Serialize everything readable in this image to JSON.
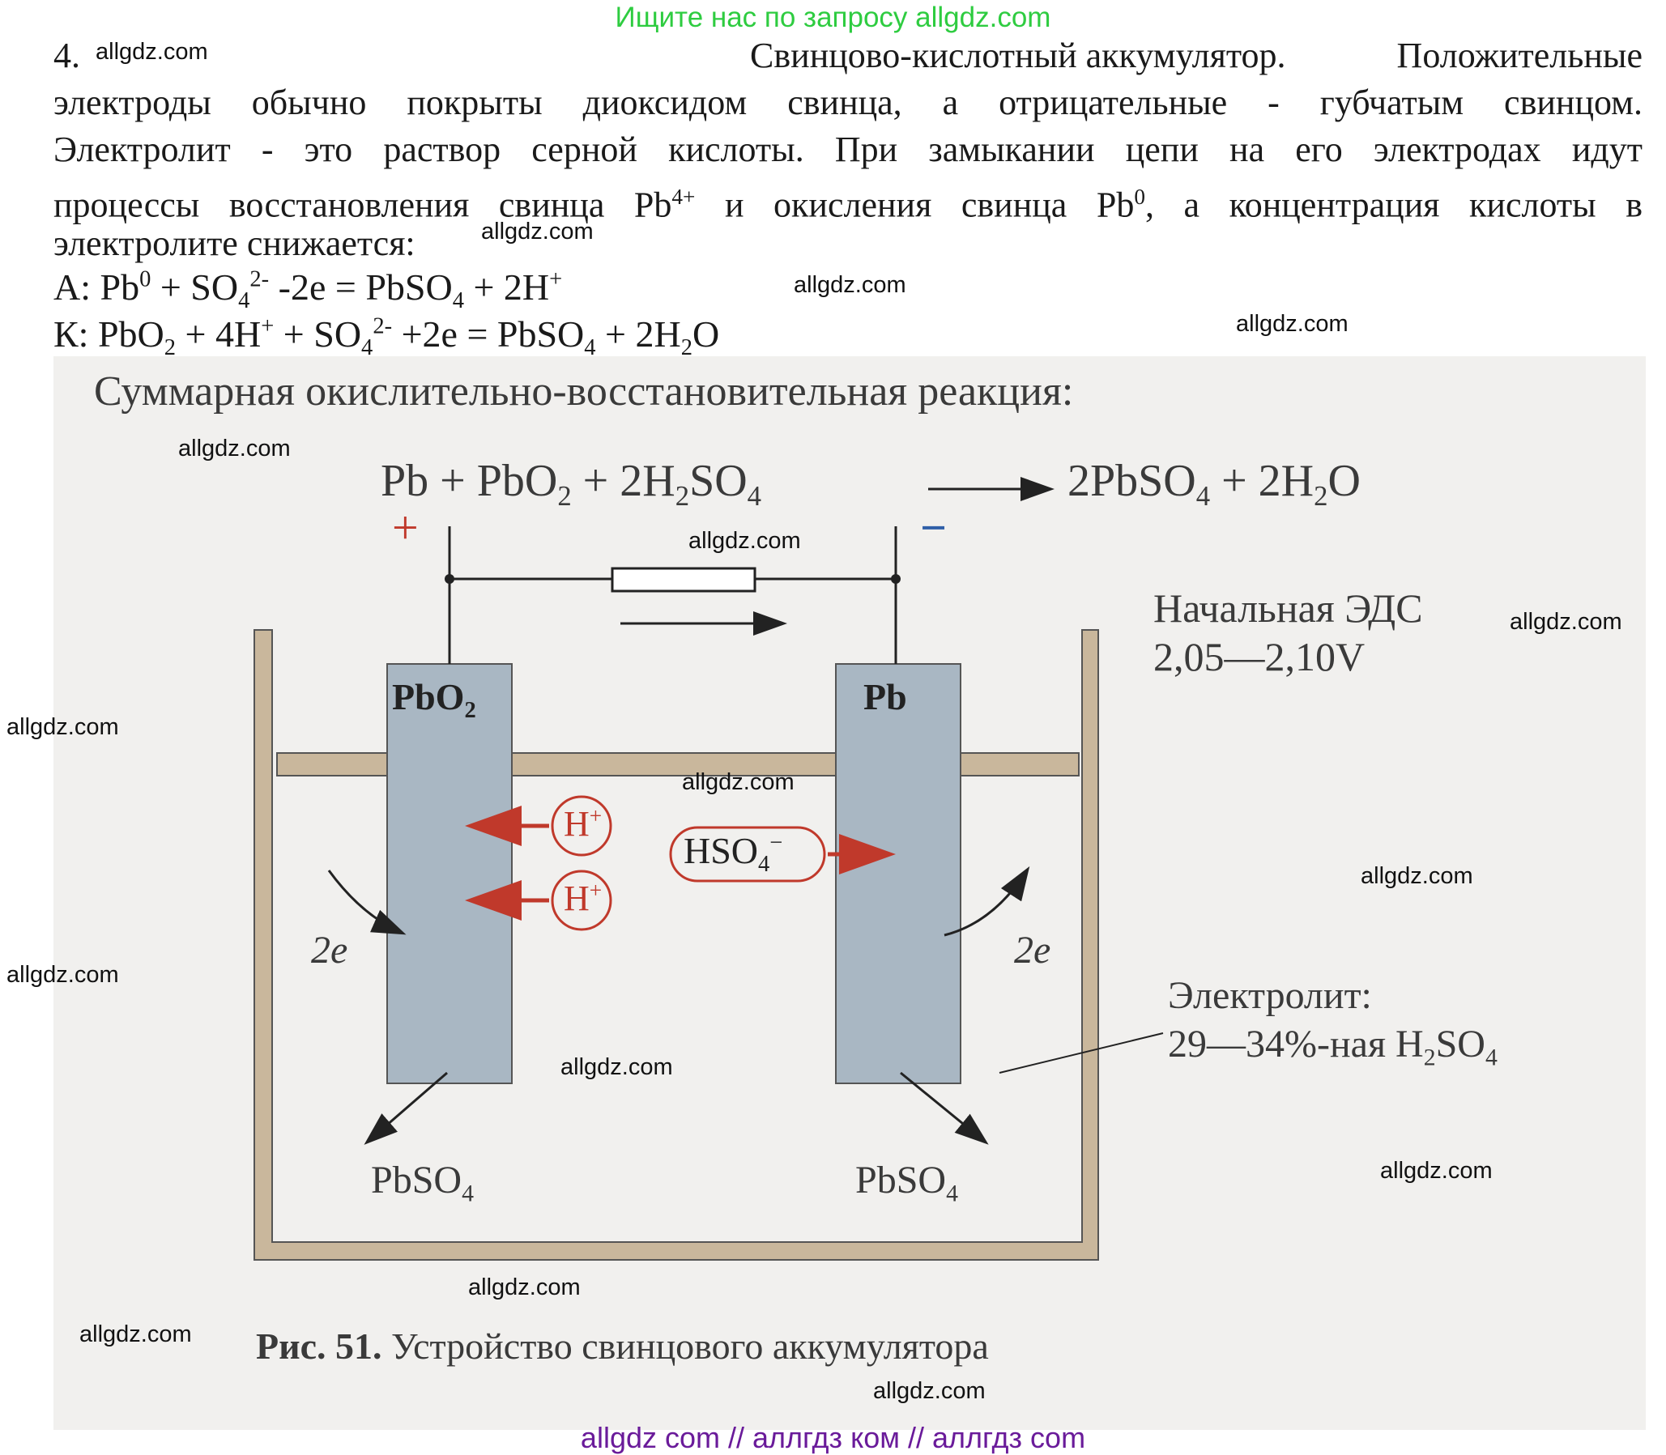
{
  "banner_top": "Ищите нас по запросу allgdz.com",
  "banner_bottom": "allgdz com  //  аллгдз ком  //  аллгдз com",
  "watermark": "allgdz.com",
  "task_number": "4.",
  "paragraph": {
    "line1_title": "Свинцово-кислотный аккумулятор.",
    "line1_rest": "Положительные",
    "line2": "электроды обычно покрыты диоксидом свинца, а отрицательные - губчатым свинцом.",
    "line3": "Электролит - это раствор серной кислоты. При замыкании цепи на его электродах идут",
    "line4a": "процессы восстановления свинца Pb",
    "line4_sup1": "4+",
    "line4b": " и окисления свинца Pb",
    "line4_sup2": "0",
    "line4c": ",  а концентрация кислоты в",
    "line5": "электролите снижается:"
  },
  "anode_equation": {
    "prefix": "А: Pb",
    "sup0": "0",
    "mid": " + SO",
    "sub4": "4",
    "sup2": "2-",
    "rest": " -2e = PbSO",
    "sub4b": "4",
    "end": " + 2H",
    "sup_plus": "+"
  },
  "cathode_equation": {
    "prefix": "К: PbO",
    "sub2": "2",
    "p2": " + 4H",
    "sup_plus": "+",
    "p3": " + SO",
    "sub4": "4",
    "sup2": "2-",
    "p4": " +2e = PbSO",
    "sub4b": "4",
    "p5": " + 2H",
    "sub2b": "2",
    "p6": "O"
  },
  "figure": {
    "heading": "Суммарная окислительно-восстановительная реакция:",
    "reaction": {
      "p1": "Pb + PbO",
      "s1": "2",
      "p2": " + 2H",
      "s2": "2",
      "p3": "SO",
      "s3": "4",
      "p4": "2PbSO",
      "s4": "4",
      "p5": " + 2H",
      "s5": "2",
      "p6": "O"
    },
    "plus_sign": "+",
    "minus_sign": "−",
    "emf_label": "Начальная ЭДС",
    "emf_value": "2,05—2,10V",
    "electrode_left": {
      "main": "PbO",
      "sub": "2"
    },
    "electrode_right": "Pb",
    "ion_h": "H",
    "ion_h_sup": "+",
    "ion_hso": "HSO",
    "ion_hso_sub": "4",
    "ion_hso_sup": "−",
    "electrons": "2e",
    "electrolyte_label": "Электролит:",
    "electrolyte_value_a": "29—34%-ная H",
    "electrolyte_value_sub": "2",
    "electrolyte_value_b": "SO",
    "electrolyte_value_sub2": "4",
    "product_left": {
      "main": "PbSO",
      "sub": "4"
    },
    "product_right": {
      "main": "PbSO",
      "sub": "4"
    },
    "caption_bold": "Рис. 51.",
    "caption": " Устройство свинцового аккумулятора"
  },
  "colors": {
    "banner_green": "#2ecc40",
    "banner_purple": "#6a1b9a",
    "electrode": "#a9b7c3",
    "container": "#c9b79c",
    "ion_red": "#c0392b"
  }
}
